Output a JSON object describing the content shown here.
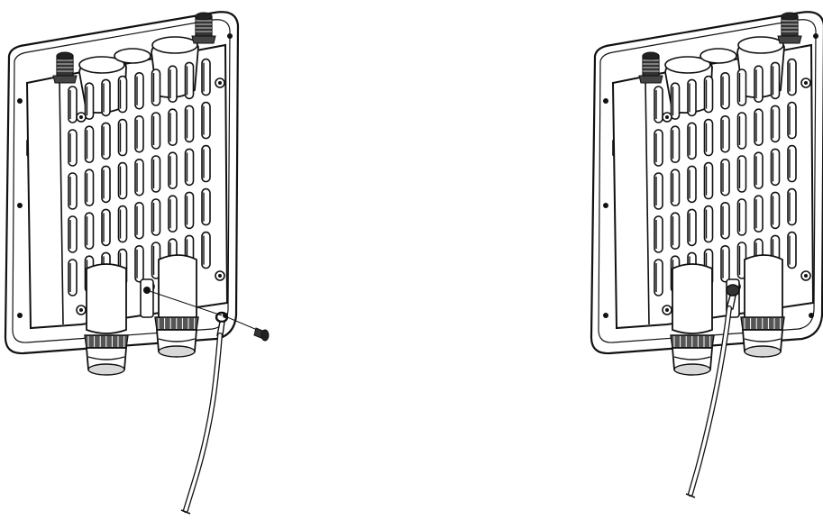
{
  "figure": {
    "panels": [
      {
        "id": "before",
        "state": "ground-wire-detached",
        "parts": [
          "antenna-unit",
          "ground-screw",
          "ground-wire-ring-lug",
          "ground-wire"
        ]
      },
      {
        "id": "after",
        "state": "ground-wire-attached",
        "parts": [
          "antenna-unit",
          "ground-wire"
        ]
      }
    ],
    "colors": {
      "line": "#111111",
      "fill": "#ffffff",
      "shade": "#d8d8d8"
    }
  }
}
